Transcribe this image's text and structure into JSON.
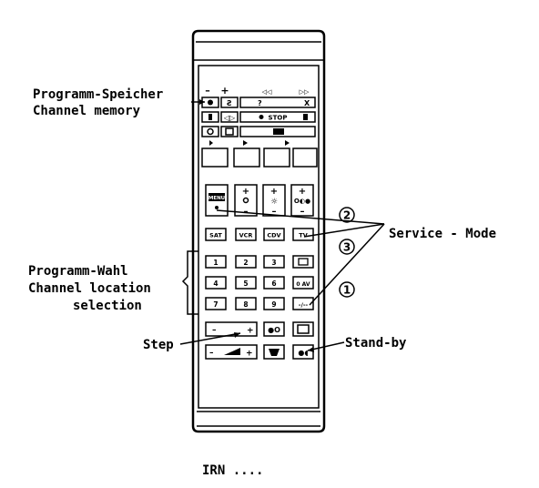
{
  "labels": {
    "prog_mem_de": "Programm-Speicher",
    "prog_mem_en": "Channel memory",
    "prog_sel_de": "Programm-Wahl",
    "prog_sel_en1": "Channel location",
    "prog_sel_en2": "selection",
    "step": "Step",
    "service": "Service - Mode",
    "standby": "Stand-by",
    "model": "IRN ...."
  },
  "markers": {
    "m1": "1",
    "m2": "2",
    "m3": "3"
  },
  "keys": {
    "top_minus": "–",
    "top_plus": "+",
    "top_rew": "◁◁",
    "top_ff": "▷▷",
    "stop": "STOP",
    "menu": "MENU",
    "sat": "SAT",
    "vcr": "VCR",
    "cdv": "CDV",
    "tv": "TV",
    "digits": [
      "1",
      "2",
      "3",
      "4",
      "5",
      "6",
      "7",
      "8",
      "9"
    ],
    "av": "0 AV",
    "dash": "-/--"
  }
}
